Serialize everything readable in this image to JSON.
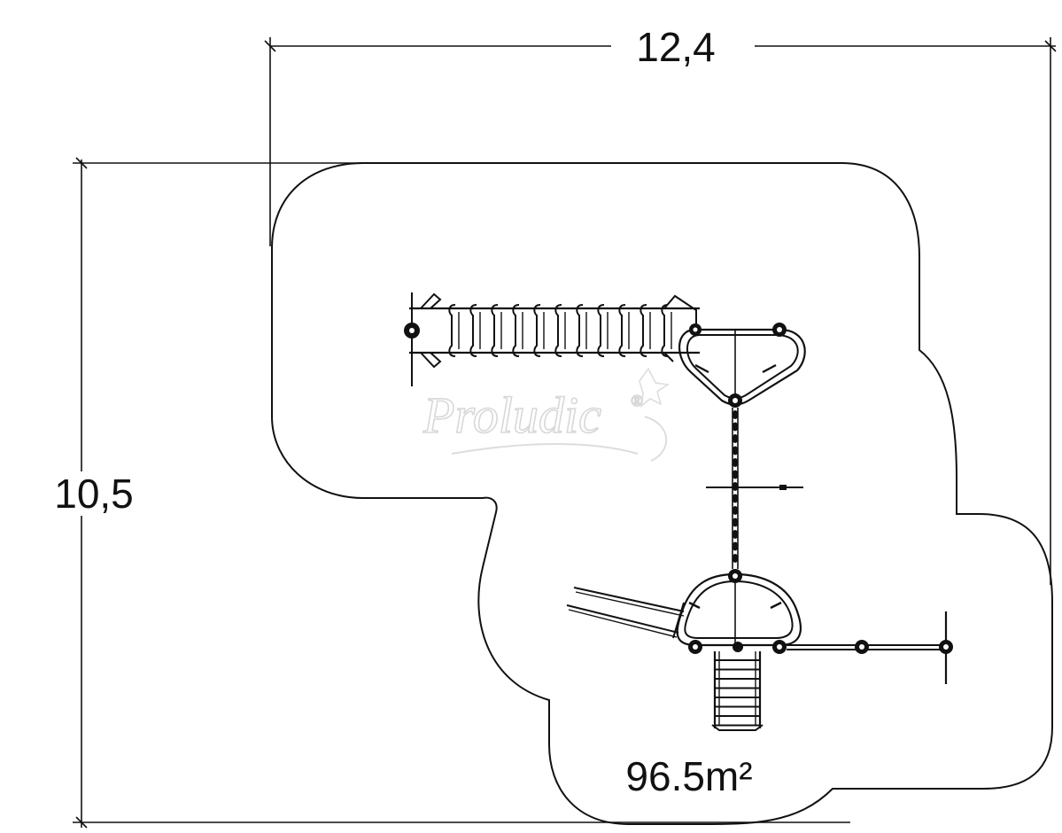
{
  "dimensions": {
    "width_label": "12,4",
    "height_label": "10,5"
  },
  "area_label": "96.5m²",
  "watermark": {
    "brand": "Proludic",
    "registered_mark": "®"
  },
  "colors": {
    "line": "#111111",
    "background": "#ffffff",
    "watermark": "#d8d8d8"
  }
}
